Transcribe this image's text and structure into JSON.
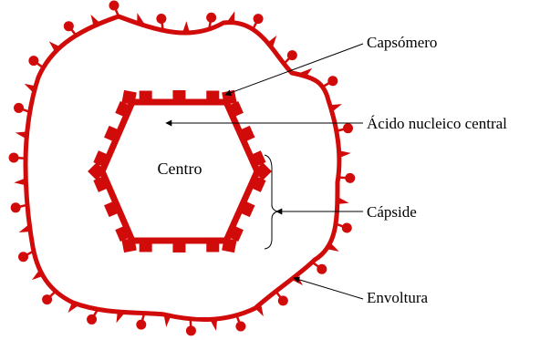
{
  "diagram": {
    "center_label": "Centro",
    "labels": {
      "capsomero": "Capsómero",
      "acido": "Ácido nucleico central",
      "capside": "Cápside",
      "envoltura": "Envoltura"
    }
  },
  "colors": {
    "virus_red": "#d10a0a",
    "line": "#000000",
    "background": "#ffffff"
  }
}
